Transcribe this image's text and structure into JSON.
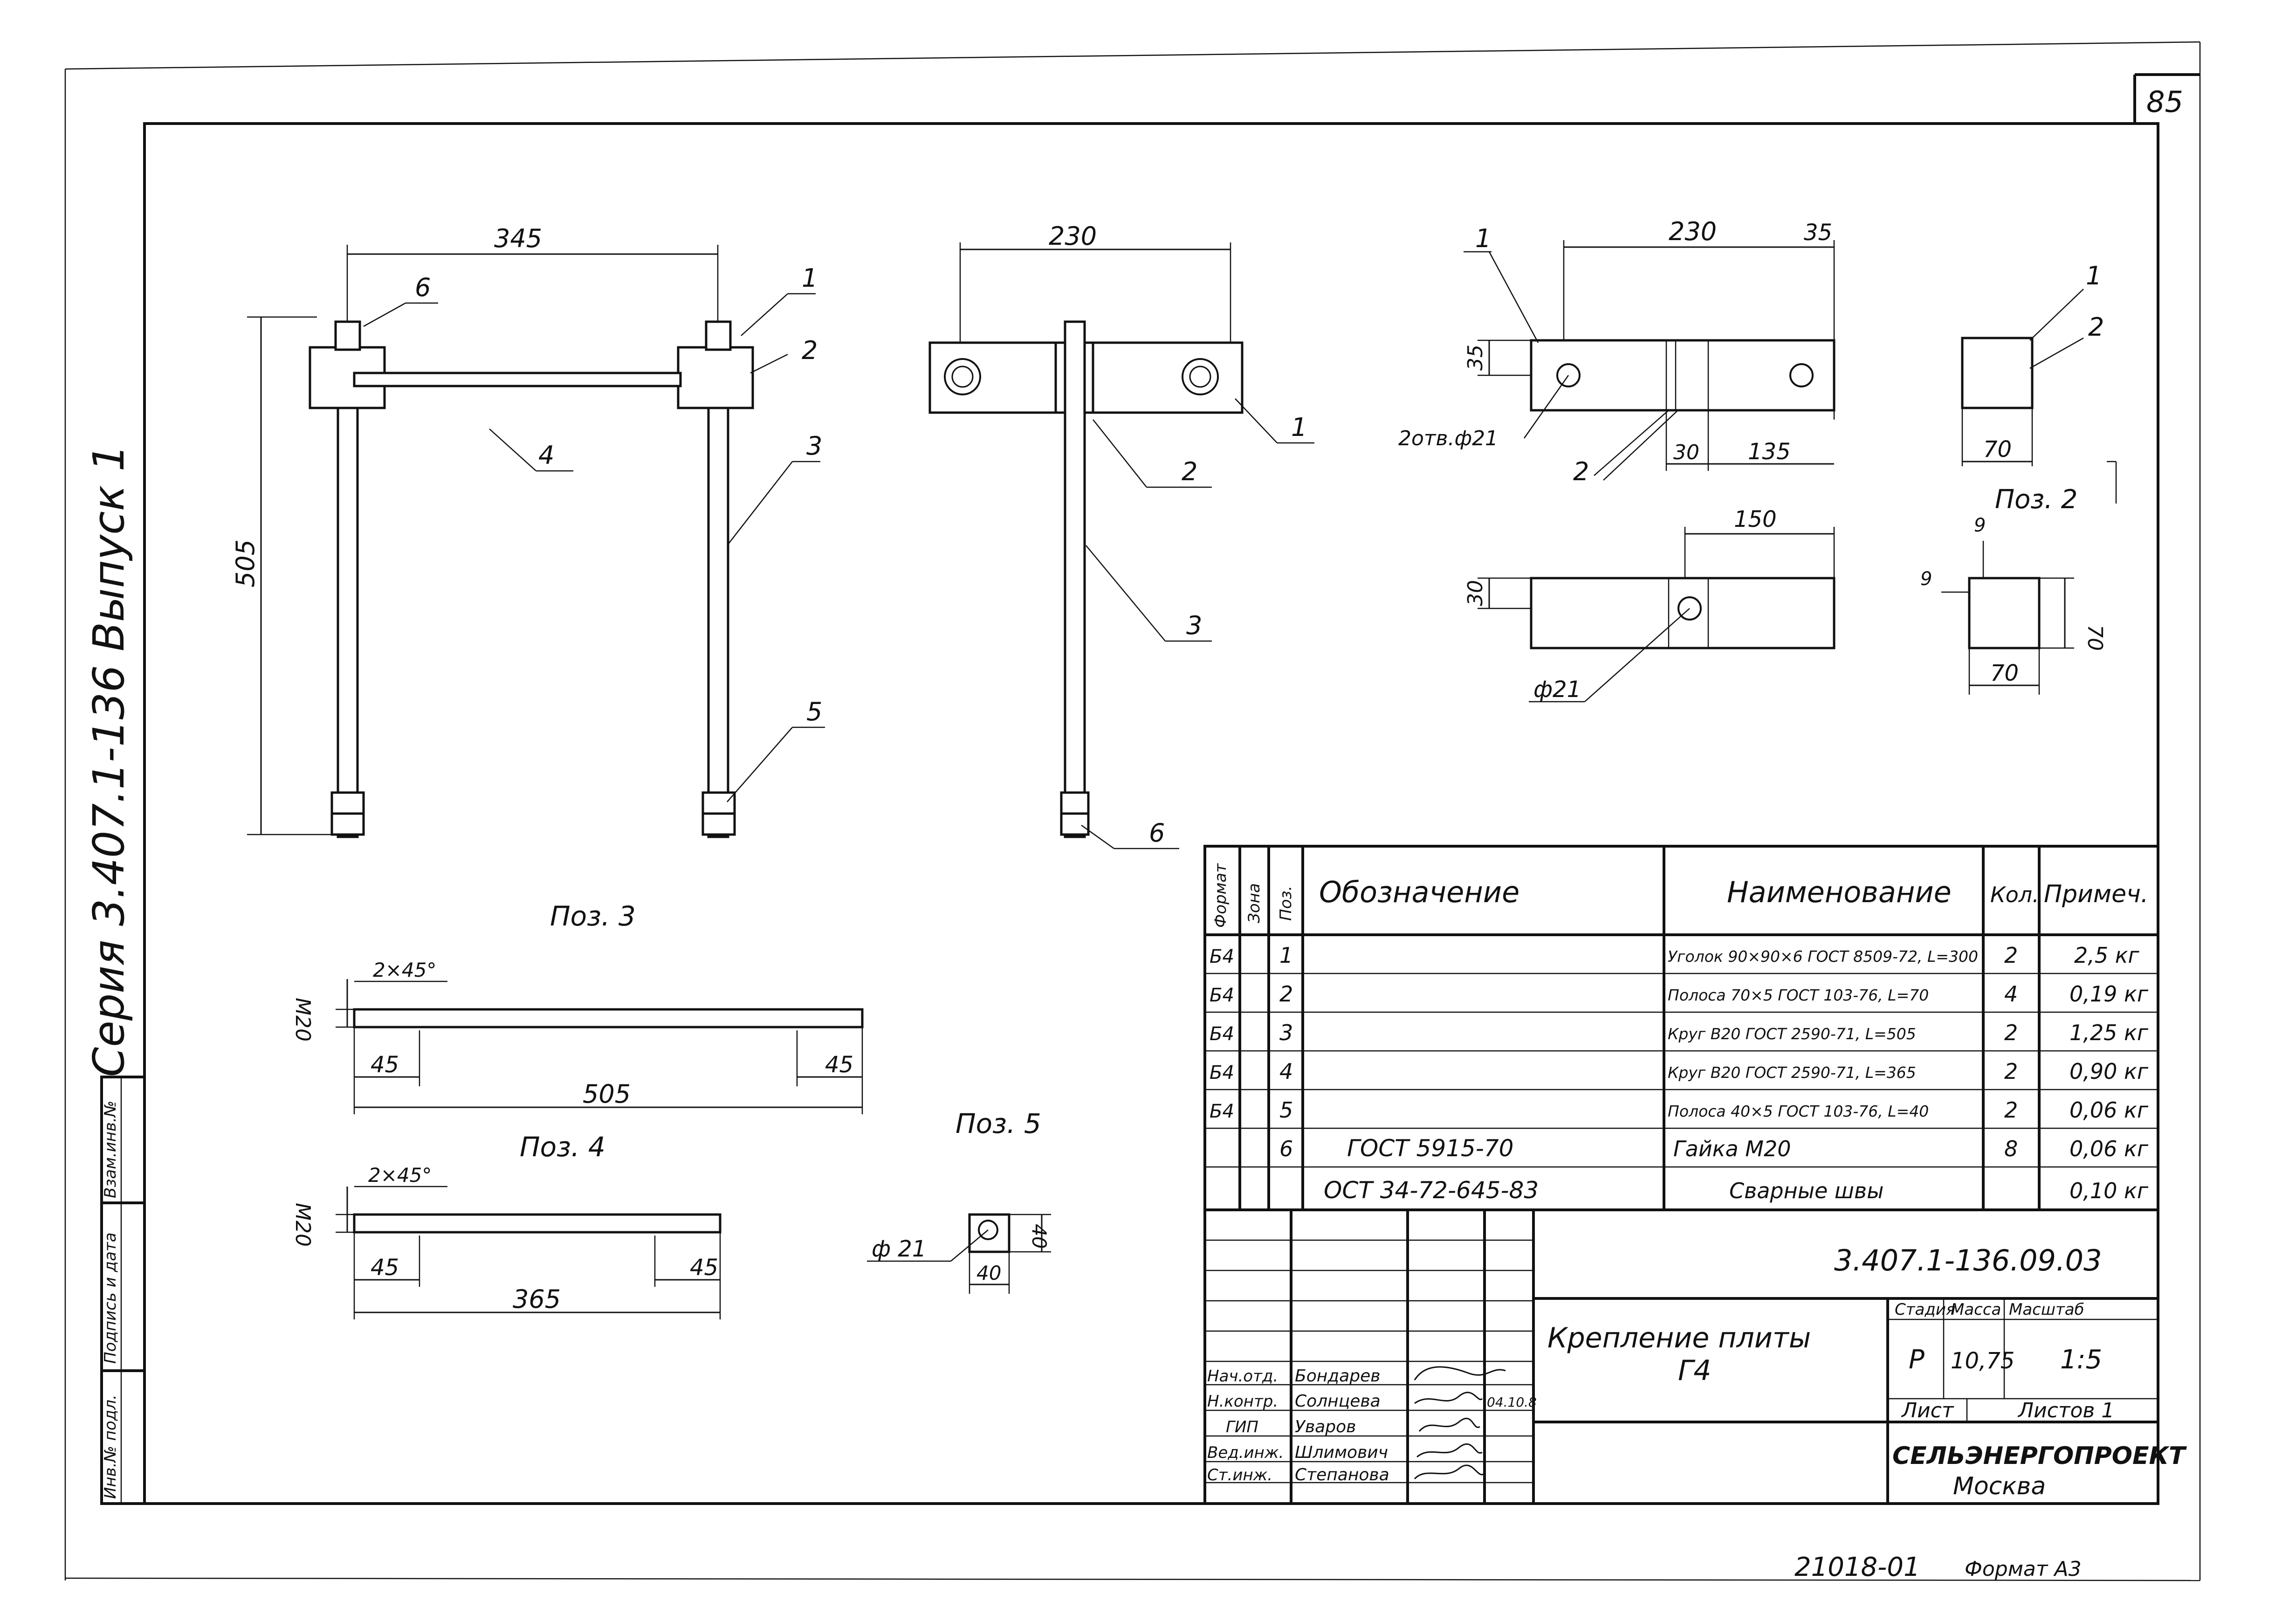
{
  "sheet": {
    "page_number": "85",
    "side_stamp": "Серия 3.407.1-136 Выпуск 1",
    "side_labels": [
      "Инв.№ подл.",
      "Подпись и дата",
      "Взам.инв.№"
    ],
    "bottom_number": "21018-01",
    "format": "Формат А3"
  },
  "assembly": {
    "dims": {
      "width": "345",
      "height": "505"
    },
    "callouts": [
      "1",
      "2",
      "3",
      "4",
      "5",
      "6"
    ]
  },
  "side_view": {
    "dims": {
      "width": "230"
    },
    "callouts": [
      "1",
      "2",
      "3",
      "6"
    ]
  },
  "pos1": {
    "dims": {
      "d230": "230",
      "d35a": "35",
      "d35b": "35",
      "d30": "30",
      "d135": "135",
      "d150": "150",
      "d30b": "30"
    },
    "holes_label": "2отв.ф21",
    "phi_label": "ф21",
    "callouts": [
      "1",
      "2"
    ]
  },
  "pos2": {
    "title": "Поз. 2",
    "dims": {
      "w1": "70",
      "w2": "70",
      "h": "70",
      "c1": "9",
      "c2": "9"
    },
    "callouts": [
      "1",
      "2"
    ]
  },
  "pos3": {
    "title": "Поз. 3",
    "thread": "M20",
    "chamfer": "2×45°",
    "dims": {
      "left": "45",
      "right": "45",
      "length": "505"
    }
  },
  "pos4": {
    "title": "Поз. 4",
    "thread": "M20",
    "chamfer": "2×45°",
    "dims": {
      "left": "45",
      "right": "45",
      "length": "365"
    }
  },
  "pos5": {
    "title": "Поз. 5",
    "phi_label": "ф 21",
    "dims": {
      "w": "40",
      "h": "40"
    }
  },
  "spec": {
    "headers": {
      "format": "Формат",
      "zone": "Зона",
      "pos": "Поз.",
      "designation": "Обозначение",
      "name": "Наименование",
      "qty": "Кол.",
      "note": "Примеч."
    },
    "rows": [
      {
        "format": "Б4",
        "pos": "1",
        "designation": "",
        "name": "Уголок 90×90×6 ГОСТ 8509-72, L=300",
        "qty": "2",
        "note": "2,5 кг"
      },
      {
        "format": "Б4",
        "pos": "2",
        "designation": "",
        "name": "Полоса 70×5 ГОСТ 103-76, L=70",
        "qty": "4",
        "note": "0,19 кг"
      },
      {
        "format": "Б4",
        "pos": "3",
        "designation": "",
        "name": "Круг В20 ГОСТ 2590-71, L=505",
        "qty": "2",
        "note": "1,25 кг"
      },
      {
        "format": "Б4",
        "pos": "4",
        "designation": "",
        "name": "Круг В20 ГОСТ 2590-71, L=365",
        "qty": "2",
        "note": "0,90 кг"
      },
      {
        "format": "Б4",
        "pos": "5",
        "designation": "",
        "name": "Полоса 40×5 ГОСТ 103-76, L=40",
        "qty": "2",
        "note": "0,06 кг"
      },
      {
        "format": "",
        "pos": "6",
        "designation": "ГОСТ 5915-70",
        "name": "Гайка М20",
        "qty": "8",
        "note": "0,06 кг"
      },
      {
        "format": "",
        "pos": "",
        "designation": "ОСТ 34-72-645-83",
        "name": "Сварные швы",
        "qty": "",
        "note": "0,10 кг"
      }
    ]
  },
  "title_block": {
    "code": "3.407.1-136.09.03",
    "title": "Крепление плиты",
    "subtitle": "Г4",
    "stage_label": "Стадия",
    "mass_label": "Масса",
    "scale_label": "Масштаб",
    "stage": "Р",
    "mass": "10,75",
    "scale": "1:5",
    "sheet_label": "Лист",
    "sheets_label": "Листов 1",
    "org": "СЕЛЬЭНЕРГОПРОЕКТ",
    "city": "Москва",
    "date": "04.10.8",
    "signers": [
      {
        "role": "Нач.отд.",
        "name": "Бондарев"
      },
      {
        "role": "Н.контр.",
        "name": "Солнцева"
      },
      {
        "role": "ГИП",
        "name": "Уваров"
      },
      {
        "role": "Вед.инж.",
        "name": "Шлимович"
      },
      {
        "role": "Ст.инж.",
        "name": "Степанова"
      }
    ]
  }
}
